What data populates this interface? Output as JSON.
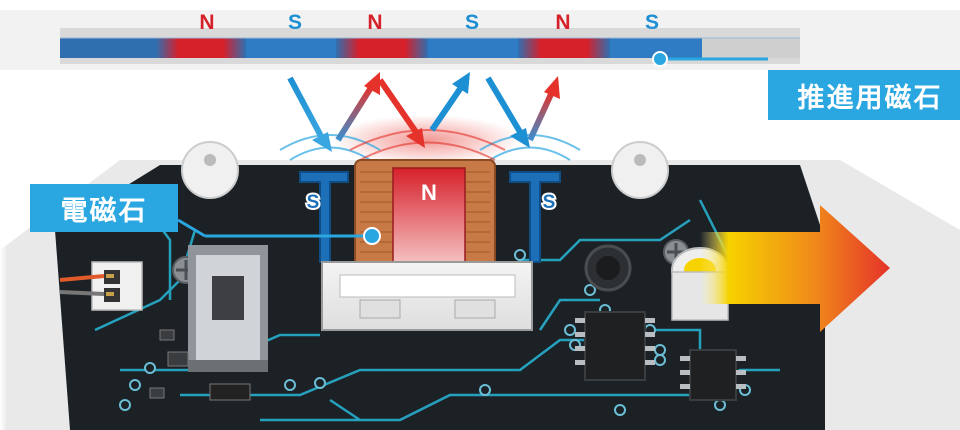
{
  "magnet_strip": {
    "poles": [
      "N",
      "S",
      "N",
      "S",
      "N",
      "S"
    ]
  },
  "electromagnet": {
    "core_pole": "N",
    "left_pole": "S",
    "right_pole": "S"
  },
  "labels": {
    "propulsion_magnet": "推進用磁石",
    "electromagnet": "電磁石"
  },
  "colors": {
    "north": "#d6202a",
    "south": "#1d8fd3",
    "callout": "#2aa6e0",
    "pcb": "#1c2126",
    "trace": "#28b8d8",
    "coil": "#c77a45",
    "arrow_hot": "#e5322a",
    "arrow_warm": "#f6d200"
  }
}
